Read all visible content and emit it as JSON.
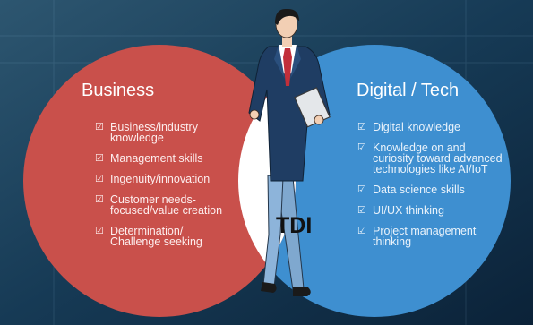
{
  "diagram": {
    "business": {
      "title": "Business",
      "color": "#c9504b",
      "items": [
        [
          "Business/industry",
          "knowledge"
        ],
        [
          "Management skills"
        ],
        [
          "Ingenuity/innovation"
        ],
        [
          "Customer needs-",
          "focused/value creation"
        ],
        [
          "Determination/",
          "Challenge seeking"
        ]
      ]
    },
    "tech": {
      "title": "Digital / Tech",
      "color": "#3e8fd0",
      "items": [
        [
          "Digital knowledge"
        ],
        [
          "Knowledge on and",
          "curiosity toward advanced",
          "technologies like AI/IoT"
        ],
        [
          "Data science skills"
        ],
        [
          "UI/UX thinking"
        ],
        [
          "Project management",
          "thinking"
        ]
      ]
    },
    "center_label": "TDI",
    "figure": "businessman-with-laptop-walking",
    "check_icon": "checkbox-checked-icon"
  }
}
